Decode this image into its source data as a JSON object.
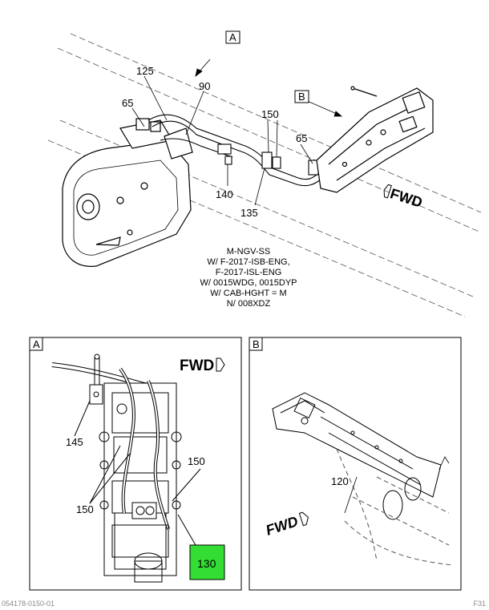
{
  "top_view": {
    "callouts": {
      "view_a": "A",
      "view_b": "B",
      "c125": "125",
      "c90": "90",
      "c65_left": "65",
      "c150": "150",
      "c65_right": "65",
      "c140": "140",
      "c135": "135"
    },
    "fwd_label": "FWD",
    "notes": [
      "M-NGV-SS",
      "W/ F-2017-ISB-ENG,",
      "F-2017-ISL-ENG",
      "W/ 0015WDG, 0015DYP",
      "W/ CAB-HGHT = M",
      "N/ 008XDZ"
    ]
  },
  "detail_a": {
    "tag": "A",
    "fwd_label": "FWD",
    "callouts": {
      "c145": "145",
      "c150_right": "150",
      "c150_left": "150",
      "c130": "130"
    },
    "highlight_color": "#33dd33"
  },
  "detail_b": {
    "tag": "B",
    "fwd_label": "FWD",
    "callouts": {
      "c120": "120"
    }
  },
  "footer": {
    "left": "054178-0150-01",
    "right": "F31"
  }
}
